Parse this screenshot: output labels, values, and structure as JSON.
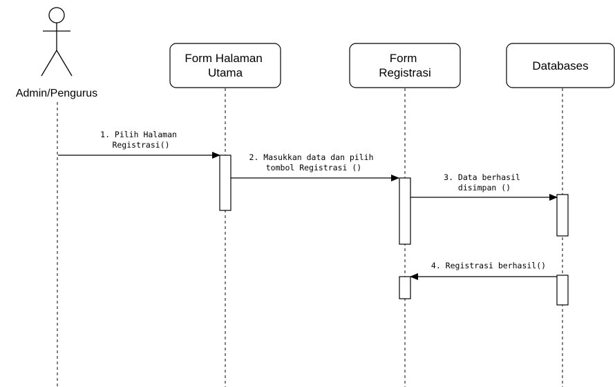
{
  "diagram": {
    "colors": {
      "stroke": "#000000",
      "fill": "#ffffff",
      "text": "#000000"
    },
    "actor": {
      "label": "Admin/Pengurus"
    },
    "participants": [
      {
        "id": "form-halaman-utama",
        "lines": [
          "Form Halaman",
          "Utama"
        ]
      },
      {
        "id": "form-registrasi",
        "lines": [
          "Form",
          "Registrasi"
        ]
      },
      {
        "id": "databases",
        "lines": [
          "Databases"
        ]
      }
    ],
    "messages": [
      {
        "id": "msg1",
        "lines": [
          "1. Pilih Halaman",
          "Registrasi()"
        ]
      },
      {
        "id": "msg2",
        "lines": [
          "2. Masukkan data dan pilih",
          "tombol Registrasi ()"
        ]
      },
      {
        "id": "msg3",
        "lines": [
          "3. Data berhasil",
          "disimpan ()"
        ]
      },
      {
        "id": "msg4",
        "lines": [
          "4. Registrasi berhasil()"
        ]
      }
    ]
  }
}
